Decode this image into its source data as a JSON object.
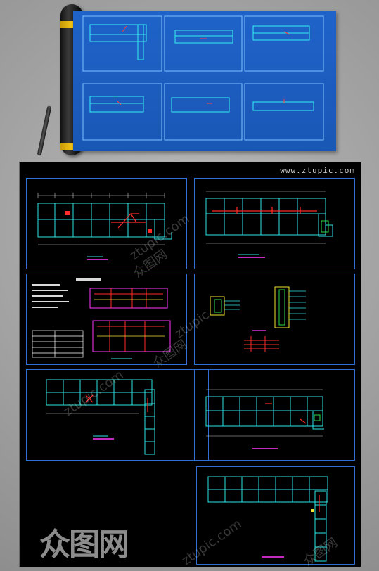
{
  "watermark_site": "www.ztupic.com",
  "watermark_brand": "众图网",
  "watermark_brand_short": "ztupic",
  "watermark_domain": "ztupic.com",
  "colors": {
    "sheet": "#000000",
    "frame": "#2f6fd2",
    "cyan": "#2ee6e6",
    "red": "#ff2a2a",
    "magenta": "#ff39ff",
    "green": "#27d94a",
    "yellow": "#f5e42b",
    "white": "#ffffff",
    "poster_blue": "#1c5bbd"
  },
  "poster": {
    "tube_color": "#1a1a1a",
    "band_color": "#e2b10d"
  }
}
